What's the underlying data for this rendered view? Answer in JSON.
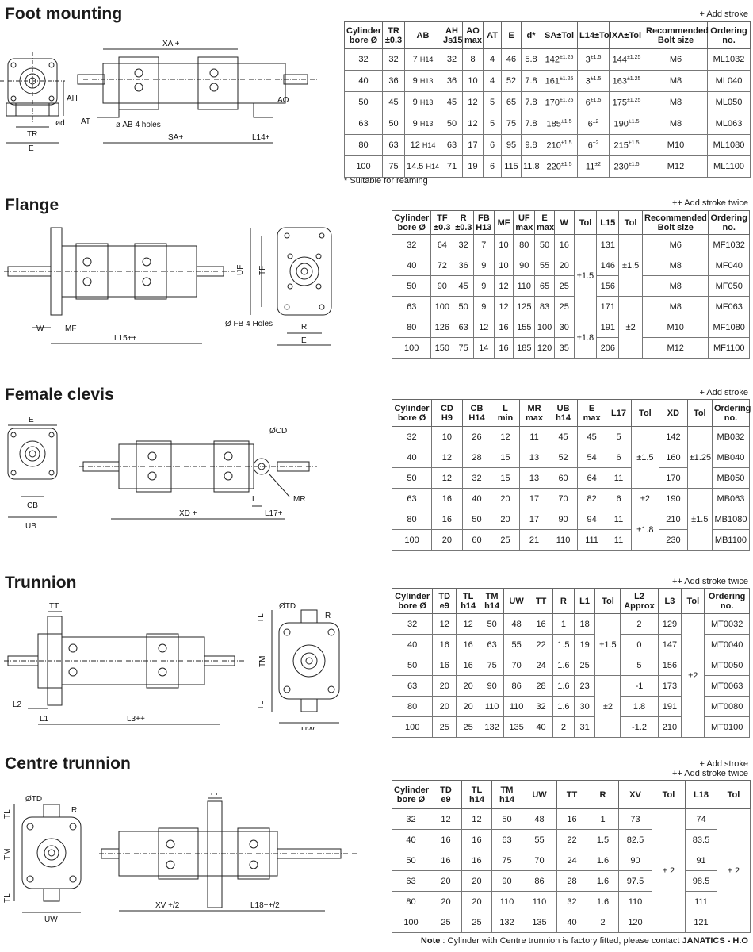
{
  "sections": [
    {
      "id": "foot",
      "title": "Foot mounting",
      "notes": [
        "+ Add stroke"
      ],
      "footnote": "* Suitable for reaming",
      "columns": [
        [
          "Cylinder",
          "bore Ø"
        ],
        [
          "TR",
          "±0.3"
        ],
        [
          "AB",
          ""
        ],
        [
          "AH",
          "Js15"
        ],
        [
          "AO",
          "max"
        ],
        [
          "AT",
          ""
        ],
        [
          "E",
          ""
        ],
        [
          "d*",
          ""
        ],
        [
          "SA±Tol",
          ""
        ],
        [
          "L14±Tol",
          ""
        ],
        [
          "XA±Tol",
          ""
        ],
        [
          "Recommended",
          "Bolt size"
        ],
        [
          "Ordering",
          "no."
        ]
      ],
      "rows": [
        [
          "32",
          "32",
          "7 H14",
          "32",
          "8",
          "4",
          "46",
          "5.8",
          "142±1.25",
          "3±1.5",
          "144±1.25",
          "M6",
          "ML1032"
        ],
        [
          "40",
          "36",
          "9 H13",
          "36",
          "10",
          "4",
          "52",
          "7.8",
          "161±1.25",
          "3±1.5",
          "163±1.25",
          "M8",
          "ML040"
        ],
        [
          "50",
          "45",
          "9 H13",
          "45",
          "12",
          "5",
          "65",
          "7.8",
          "170±1.25",
          "6±1.5",
          "175±1.25",
          "M8",
          "ML050"
        ],
        [
          "63",
          "50",
          "9 H13",
          "50",
          "12",
          "5",
          "75",
          "7.8",
          "185±1.5",
          "6±2",
          "190±1.5",
          "M8",
          "ML063"
        ],
        [
          "80",
          "63",
          "12 H14",
          "63",
          "17",
          "6",
          "95",
          "9.8",
          "210±1.5",
          "6±2",
          "215±1.5",
          "M10",
          "ML1080"
        ],
        [
          "100",
          "75",
          "14.5 H14",
          "71",
          "19",
          "6",
          "115",
          "11.8",
          "220±1.5",
          "11±2",
          "230±1.5",
          "M12",
          "ML1100"
        ]
      ],
      "dims": [
        "XA +",
        "AH",
        "AO",
        "AT",
        "ø AB 4 holes",
        "SA+",
        "L14+",
        "TR",
        "ød",
        "E"
      ]
    },
    {
      "id": "flange",
      "title": "Flange",
      "notes": [
        "++ Add stroke twice"
      ],
      "columns": [
        [
          "Cylinder",
          "bore Ø"
        ],
        [
          "TF",
          "±0.3"
        ],
        [
          "R",
          "±0.3"
        ],
        [
          "FB",
          "H13"
        ],
        [
          "MF",
          ""
        ],
        [
          "UF",
          "max"
        ],
        [
          "E",
          "max"
        ],
        [
          "W",
          ""
        ],
        [
          "Tol",
          ""
        ],
        [
          "L15",
          ""
        ],
        [
          "Tol",
          ""
        ],
        [
          "Recommended",
          "Bolt size"
        ],
        [
          "Ordering",
          "no."
        ]
      ],
      "rows": [
        [
          "32",
          "64",
          "32",
          "7",
          "10",
          "80",
          "50",
          "16",
          "131",
          "M6",
          "MF1032"
        ],
        [
          "40",
          "72",
          "36",
          "9",
          "10",
          "90",
          "55",
          "20",
          "146",
          "M8",
          "MF040"
        ],
        [
          "50",
          "90",
          "45",
          "9",
          "12",
          "110",
          "65",
          "25",
          "156",
          "M8",
          "MF050"
        ],
        [
          "63",
          "100",
          "50",
          "9",
          "12",
          "125",
          "83",
          "25",
          "171",
          "M8",
          "MF063"
        ],
        [
          "80",
          "126",
          "63",
          "12",
          "16",
          "155",
          "100",
          "30",
          "191",
          "M10",
          "MF1080"
        ],
        [
          "100",
          "150",
          "75",
          "14",
          "16",
          "185",
          "120",
          "35",
          "206",
          "M12",
          "MF1100"
        ]
      ],
      "tol_a": [
        "±1.5",
        "±1.8"
      ],
      "tol_b": [
        "±1.5",
        "±2"
      ],
      "dims": [
        "UF",
        "TF",
        "W",
        "MF",
        "L15++",
        "Ø FB 4 Holes",
        "R",
        "E"
      ]
    },
    {
      "id": "clevis",
      "title": "Female clevis",
      "notes": [
        "+ Add stroke"
      ],
      "columns": [
        [
          "Cylinder",
          "bore Ø"
        ],
        [
          "CD",
          "H9"
        ],
        [
          "CB",
          "H14"
        ],
        [
          "L",
          "min"
        ],
        [
          "MR",
          "max"
        ],
        [
          "UB",
          "h14"
        ],
        [
          "E",
          "max"
        ],
        [
          "L17",
          ""
        ],
        [
          "Tol",
          ""
        ],
        [
          "XD",
          ""
        ],
        [
          "Tol",
          ""
        ],
        [
          "Ordering",
          "no."
        ]
      ],
      "rows": [
        [
          "32",
          "10",
          "26",
          "12",
          "11",
          "45",
          "45",
          "5",
          "142",
          "MB032"
        ],
        [
          "40",
          "12",
          "28",
          "15",
          "13",
          "52",
          "54",
          "6",
          "160",
          "MB040"
        ],
        [
          "50",
          "12",
          "32",
          "15",
          "13",
          "60",
          "64",
          "11",
          "170",
          "MB050"
        ],
        [
          "63",
          "16",
          "40",
          "20",
          "17",
          "70",
          "82",
          "6",
          "190",
          "MB063"
        ],
        [
          "80",
          "16",
          "50",
          "20",
          "17",
          "90",
          "94",
          "11",
          "210",
          "MB1080"
        ],
        [
          "100",
          "20",
          "60",
          "25",
          "21",
          "110",
          "111",
          "11",
          "230",
          "MB1100"
        ]
      ],
      "tol_a": [
        "±1.5",
        "±2",
        "±1.8"
      ],
      "tol_b": [
        "±1.25",
        "±1.5"
      ],
      "dims": [
        "E",
        "CB",
        "UB",
        "ØCD",
        "XD +",
        "L",
        "L17+",
        "MR"
      ]
    },
    {
      "id": "trunnion",
      "title": "Trunnion",
      "notes": [
        "++ Add stroke twice"
      ],
      "columns": [
        [
          "Cylinder",
          "bore Ø"
        ],
        [
          "TD",
          "e9"
        ],
        [
          "TL",
          "h14"
        ],
        [
          "TM",
          "h14"
        ],
        [
          "UW",
          ""
        ],
        [
          "TT",
          ""
        ],
        [
          "R",
          ""
        ],
        [
          "L1",
          ""
        ],
        [
          "Tol",
          ""
        ],
        [
          "L2",
          "Approx"
        ],
        [
          "L3",
          ""
        ],
        [
          "Tol",
          ""
        ],
        [
          "Ordering",
          "no."
        ]
      ],
      "rows": [
        [
          "32",
          "12",
          "12",
          "50",
          "48",
          "16",
          "1",
          "18",
          "2",
          "129",
          "MT0032"
        ],
        [
          "40",
          "16",
          "16",
          "63",
          "55",
          "22",
          "1.5",
          "19",
          "0",
          "147",
          "MT0040"
        ],
        [
          "50",
          "16",
          "16",
          "75",
          "70",
          "24",
          "1.6",
          "25",
          "5",
          "156",
          "MT0050"
        ],
        [
          "63",
          "20",
          "20",
          "90",
          "86",
          "28",
          "1.6",
          "23",
          "-1",
          "173",
          "MT0063"
        ],
        [
          "80",
          "20",
          "20",
          "110",
          "110",
          "32",
          "1.6",
          "30",
          "1.8",
          "191",
          "MT0080"
        ],
        [
          "100",
          "25",
          "25",
          "132",
          "135",
          "40",
          "2",
          "31",
          "-1.2",
          "210",
          "MT0100"
        ]
      ],
      "tol_a": [
        "±1.5",
        "±2"
      ],
      "tol_b": [
        "±2"
      ],
      "dims": [
        "TT",
        "L2",
        "L1",
        "L3++",
        "ØTD",
        "R",
        "TL",
        "TM",
        "TL",
        "UW"
      ]
    },
    {
      "id": "centre",
      "title": "Centre trunnion",
      "notes": [
        "+ Add stroke",
        "++ Add stroke twice"
      ],
      "columns": [
        [
          "Cylinder",
          "bore Ø"
        ],
        [
          "TD",
          "e9"
        ],
        [
          "TL",
          "h14"
        ],
        [
          "TM",
          "h14"
        ],
        [
          "UW",
          ""
        ],
        [
          "TT",
          ""
        ],
        [
          "R",
          ""
        ],
        [
          "XV",
          ""
        ],
        [
          "Tol",
          ""
        ],
        [
          "L18",
          ""
        ],
        [
          "Tol",
          ""
        ]
      ],
      "rows": [
        [
          "32",
          "12",
          "12",
          "50",
          "48",
          "16",
          "1",
          "73",
          "74"
        ],
        [
          "40",
          "16",
          "16",
          "63",
          "55",
          "22",
          "1.5",
          "82.5",
          "83.5"
        ],
        [
          "50",
          "16",
          "16",
          "75",
          "70",
          "24",
          "1.6",
          "90",
          "91"
        ],
        [
          "63",
          "20",
          "20",
          "90",
          "86",
          "28",
          "1.6",
          "97.5",
          "98.5"
        ],
        [
          "80",
          "20",
          "20",
          "110",
          "110",
          "32",
          "1.6",
          "110",
          "111"
        ],
        [
          "100",
          "25",
          "25",
          "132",
          "135",
          "40",
          "2",
          "120",
          "121"
        ]
      ],
      "tol_a": [
        "± 2"
      ],
      "tol_b": [
        "± 2"
      ],
      "dims": [
        "ØTD",
        "R",
        "TL",
        "TM",
        "TL",
        "UW",
        "TT",
        "XV +/2",
        "L18++/2"
      ]
    }
  ],
  "bottom_note": {
    "label": "Note",
    "text": " : Cylinder with Centre trunnion is factory fitted, please contact ",
    "brand": "JANATICS - H.O"
  }
}
